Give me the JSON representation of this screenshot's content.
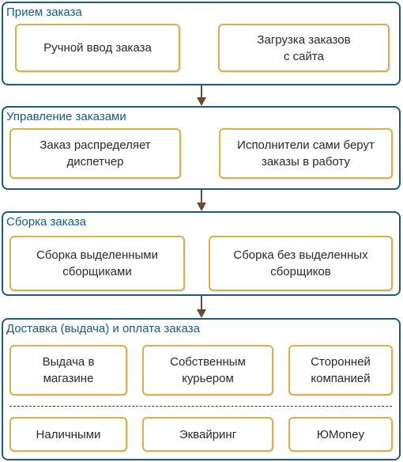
{
  "sections": [
    {
      "title": "Прием заказа",
      "boxes": [
        "Ручной ввод заказа",
        "Загрузка заказов\nс сайта"
      ]
    },
    {
      "title": "Управление заказами",
      "boxes": [
        "Заказ распределяет\nдиспетчер",
        "Исполнители сами берут\nзаказы в работу"
      ]
    },
    {
      "title": "Сборка заказа",
      "boxes": [
        "Сборка выделенными\nсборщиками",
        "Сборка без выделенных\nсборщиков"
      ]
    },
    {
      "title": "Доставка (выдача) и оплата заказа",
      "delivery": [
        "Выдача в\nмагазине",
        "Собственным\nкурьером",
        "Сторонней\nкомпанией"
      ],
      "payment": [
        "Наличными",
        "Эквайринг",
        "ЮMoney"
      ]
    }
  ],
  "colors": {
    "section_border": "#1f5a7a",
    "box_border": "#d9b14a",
    "arrow": "#6b4a2e",
    "title": "#1a5b7e"
  }
}
